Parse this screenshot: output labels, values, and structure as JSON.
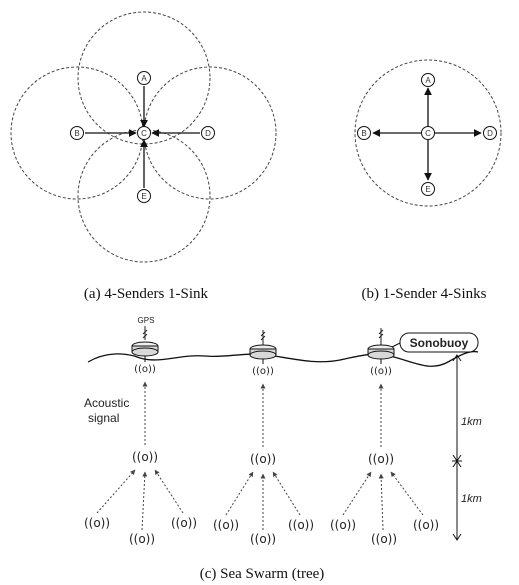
{
  "panel_a": {
    "caption": "(a) 4-Senders 1-Sink",
    "nodes": [
      "A",
      "B",
      "C",
      "D",
      "E"
    ]
  },
  "panel_b": {
    "caption": "(b) 1-Sender 4-Sinks",
    "nodes": [
      "A",
      "B",
      "C",
      "D",
      "E"
    ]
  },
  "panel_c": {
    "caption": "(c) Sea Swarm (tree)",
    "gps_label": "GPS",
    "sonobuoy_label": "Sonobuoy",
    "acoustic_label_line1": "Acoustic",
    "acoustic_label_line2": "signal",
    "depth_upper": "1km",
    "depth_lower": "1km",
    "signal_glyph": "((o))"
  },
  "colors": {
    "line": "#111111",
    "dashed": "#444444",
    "buoy_fill": "#d8d8d8"
  }
}
